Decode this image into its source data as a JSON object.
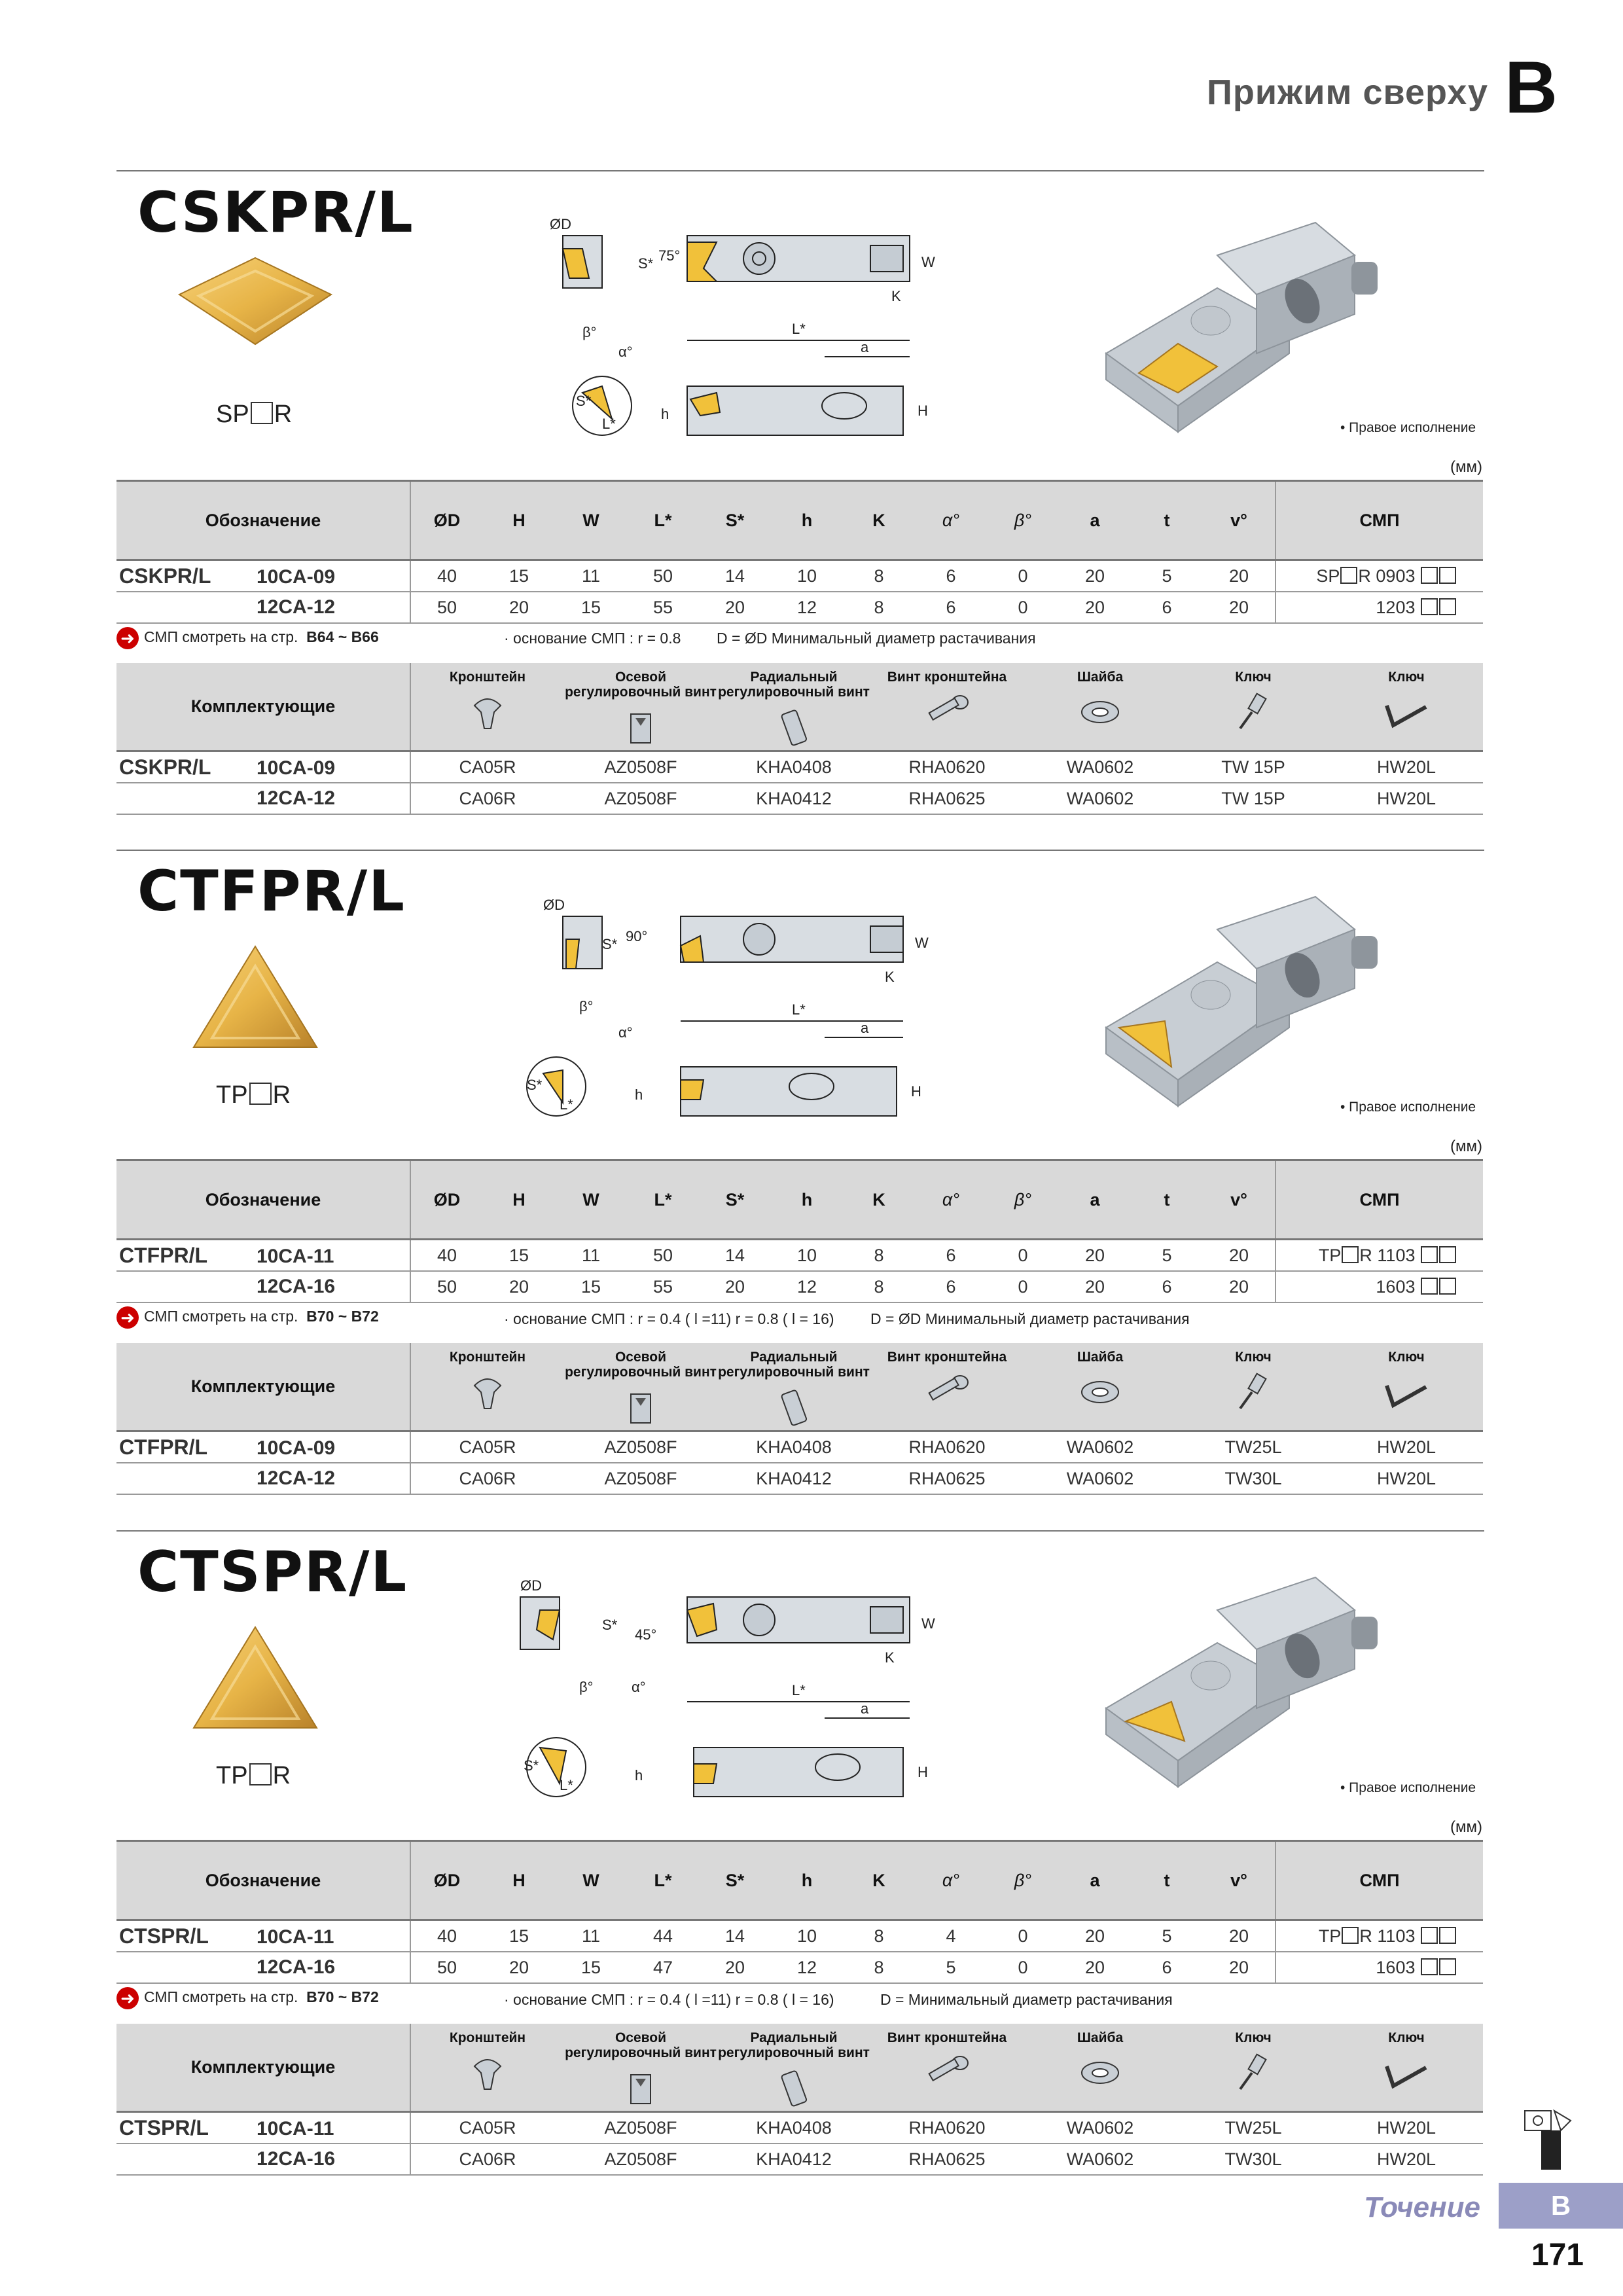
{
  "header": {
    "title": "Прижим сверху",
    "letter": "B"
  },
  "units": "(мм)",
  "right_note": "• Правое исполнение",
  "spec_headers": [
    "Обозначение",
    "ØD",
    "H",
    "W",
    "L*",
    "S*",
    "h",
    "K",
    "α°",
    "β°",
    "a",
    "t",
    "v°",
    "СМП"
  ],
  "parts_headers": {
    "label": "Комплектующие",
    "cols": [
      "Кронштейн",
      "Осевой регулировочный винт",
      "Радиальный регулировочный винт",
      "Винт кронштейна",
      "Шайба",
      "Ключ",
      "Ключ"
    ]
  },
  "sections": [
    {
      "title": "CSKPR/L",
      "insert_prefix": "SP",
      "insert_suffix": "R",
      "spec_rows": [
        {
          "name": "CSKPR/L",
          "code": "10CA-09",
          "values": [
            "40",
            "15",
            "11",
            "50",
            "14",
            "10",
            "8",
            "6",
            "0",
            "20",
            "5",
            "20"
          ],
          "smp_prefix": "SP",
          "smp_text": "R 0903"
        },
        {
          "name": "",
          "code": "12CA-12",
          "values": [
            "50",
            "20",
            "15",
            "55",
            "20",
            "12",
            "8",
            "6",
            "0",
            "20",
            "6",
            "20"
          ],
          "smp_prefix": "",
          "smp_text": "1203"
        }
      ],
      "ref_text": "СМП смотреть на стр.",
      "ref_pages": "B64 ~ B66",
      "note1": "· основание СМП : r = 0.8",
      "note2": "D = ØD Минимальный диаметр растачивания",
      "parts_rows": [
        {
          "name": "CSKPR/L",
          "code": "10CA-09",
          "values": [
            "CA05R",
            "AZ0508F",
            "KHA0408",
            "RHA0620",
            "WA0602",
            "TW 15P",
            "HW20L"
          ]
        },
        {
          "name": "",
          "code": "12CA-12",
          "values": [
            "CA06R",
            "AZ0508F",
            "KHA0412",
            "RHA0625",
            "WA0602",
            "TW 15P",
            "HW20L"
          ]
        }
      ]
    },
    {
      "title": "CTFPR/L",
      "insert_prefix": "TP",
      "insert_suffix": "R",
      "spec_rows": [
        {
          "name": "CTFPR/L",
          "code": "10CA-11",
          "values": [
            "40",
            "15",
            "11",
            "50",
            "14",
            "10",
            "8",
            "6",
            "0",
            "20",
            "5",
            "20"
          ],
          "smp_prefix": "TP",
          "smp_text": "R 1103"
        },
        {
          "name": "",
          "code": "12CA-16",
          "values": [
            "50",
            "20",
            "15",
            "55",
            "20",
            "12",
            "8",
            "6",
            "0",
            "20",
            "6",
            "20"
          ],
          "smp_prefix": "",
          "smp_text": "1603"
        }
      ],
      "ref_text": "СМП смотреть на стр.",
      "ref_pages": "B70 ~ B72",
      "note1": "· основание СМП : r = 0.4 ( l =11) r = 0.8 ( l = 16)",
      "note2": "D = ØD Минимальный диаметр растачивания",
      "parts_rows": [
        {
          "name": "CTFPR/L",
          "code": "10CA-09",
          "values": [
            "CA05R",
            "AZ0508F",
            "KHA0408",
            "RHA0620",
            "WA0602",
            "TW25L",
            "HW20L"
          ]
        },
        {
          "name": "",
          "code": "12CA-12",
          "values": [
            "CA06R",
            "AZ0508F",
            "KHA0412",
            "RHA0625",
            "WA0602",
            "TW30L",
            "HW20L"
          ]
        }
      ]
    },
    {
      "title": "CTSPR/L",
      "insert_prefix": "TP",
      "insert_suffix": "R",
      "spec_rows": [
        {
          "name": "CTSPR/L",
          "code": "10CA-11",
          "values": [
            "40",
            "15",
            "11",
            "44",
            "14",
            "10",
            "8",
            "4",
            "0",
            "20",
            "5",
            "20"
          ],
          "smp_prefix": "TP",
          "smp_text": "R 1103"
        },
        {
          "name": "",
          "code": "12CA-16",
          "values": [
            "50",
            "20",
            "15",
            "47",
            "20",
            "12",
            "8",
            "5",
            "0",
            "20",
            "6",
            "20"
          ],
          "smp_prefix": "",
          "smp_text": "1603"
        }
      ],
      "ref_text": "СМП смотреть на стр.",
      "ref_pages": "B70 ~ B72",
      "note1": "· основание СМП : r = 0.4 ( l =11) r = 0.8 ( l = 16)",
      "note2": "D =  Минимальный диаметр растачивания",
      "parts_rows": [
        {
          "name": "CTSPR/L",
          "code": "10CA-11",
          "values": [
            "CA05R",
            "AZ0508F",
            "KHA0408",
            "RHA0620",
            "WA0602",
            "TW25L",
            "HW20L"
          ]
        },
        {
          "name": "",
          "code": "12CA-16",
          "values": [
            "CA06R",
            "AZ0508F",
            "KHA0412",
            "RHA0625",
            "WA0602",
            "TW30L",
            "HW20L"
          ]
        }
      ]
    }
  ],
  "footer": {
    "category": "Точение",
    "letter": "B",
    "page": "171"
  }
}
